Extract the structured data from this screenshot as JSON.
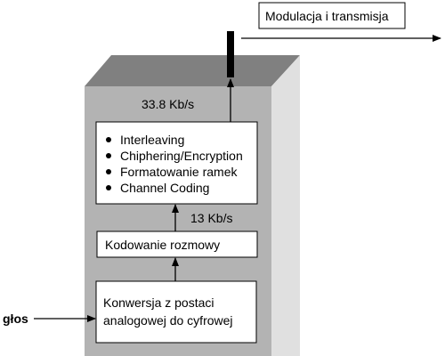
{
  "blocks": {
    "conversion": {
      "line1": "Konwersja z postaci",
      "line2": "analogowej do cyfrowej"
    },
    "speech_coding": {
      "label": "Kodowanie rozmowy"
    },
    "processing": {
      "items": [
        "Interleaving",
        "Chiphering/Encryption",
        "Formatowanie ramek",
        "Channel Coding"
      ]
    },
    "modulation": {
      "label": "Modulacja i transmisja"
    }
  },
  "rates": {
    "after_coding": "13 Kb/s",
    "after_processing": "33.8 Kb/s"
  },
  "input": {
    "label": "głos"
  },
  "colors": {
    "front_face": "#b3b3b3",
    "top_face": "#808080",
    "side_face": "#e0e0e0",
    "box_fill": "#ffffff",
    "stroke": "#000000"
  }
}
